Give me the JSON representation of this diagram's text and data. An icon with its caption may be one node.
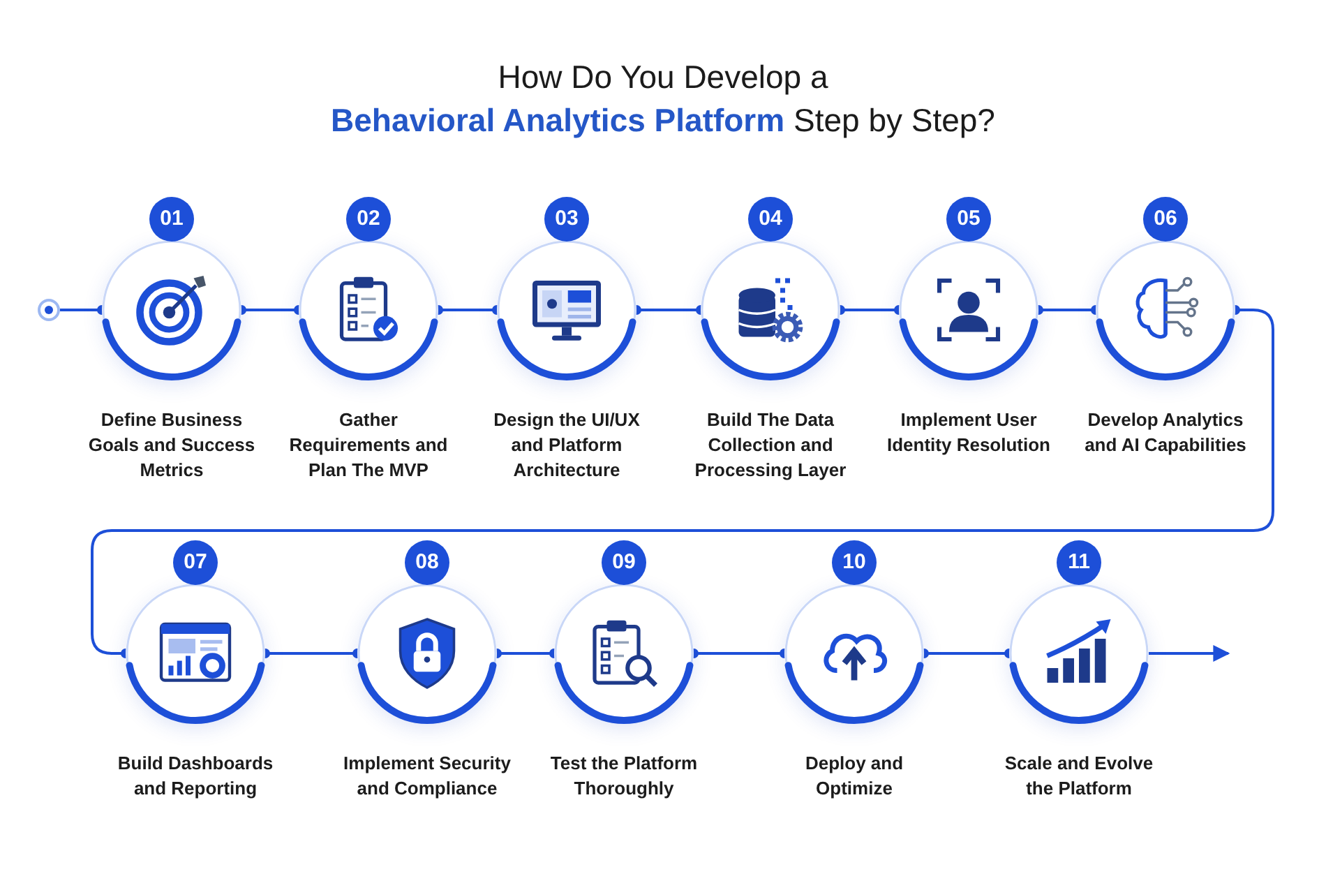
{
  "diagram": {
    "title": "How Do You Develop a **Behavioral Analytics Platform** Step by Step?",
    "nodes": [
      {
        "text": [],
        "shape": "circle"
      },
      {
        "text": [
          "01",
          "Define Business Goals and Success Metrics"
        ]
      },
      {
        "text": [
          "02",
          "Gather Requirements and Plan The MVP"
        ]
      },
      {
        "text": [
          "03",
          "Design the UI/UX and Platform Architecture"
        ]
      },
      {
        "text": [
          "04",
          "Build The Data Collection and Processing Layer"
        ]
      },
      {
        "text": [
          "05",
          "Implement User Identity Resolution"
        ]
      },
      {
        "text": [
          "06",
          "Develop Analytics and AI Capabilities"
        ]
      },
      {
        "text": [
          "07",
          "Build Dashboards and Reporting"
        ]
      },
      {
        "text": [
          "08",
          "Implement Security and Compliance"
        ]
      },
      {
        "text": [
          "09",
          "Test the Platform Thoroughly"
        ]
      },
      {
        "text": [
          "10",
          "Deploy and Optimize"
        ]
      },
      {
        "text": [
          "11",
          "Scale and Evolve the Platform"
        ]
      }
    ],
    "edges": [
      {
        "from": 0,
        "to": 1,
        "arrow": "other"
      },
      {
        "from": 1,
        "to": 2,
        "arrow": "other"
      },
      {
        "from": 2,
        "to": 3,
        "arrow": "other"
      },
      {
        "from": 3,
        "to": 4,
        "arrow": "other"
      },
      {
        "from": 4,
        "to": 5,
        "arrow": "other"
      },
      {
        "from": 5,
        "to": 6,
        "arrow": "other"
      },
      {
        "from": 6,
        "to": 7,
        "arrow": "other"
      },
      {
        "from": 7,
        "to": 8,
        "arrow": "other"
      },
      {
        "from": 8,
        "to": 9,
        "arrow": "other"
      },
      {
        "from": 9,
        "to": 10,
        "arrow": "other"
      },
      {
        "from": 10,
        "to": 11,
        "arrow": "other"
      },
      {
        "from": 11,
        "to": null,
        "arrow": "to"
      }
    ]
  }
}
